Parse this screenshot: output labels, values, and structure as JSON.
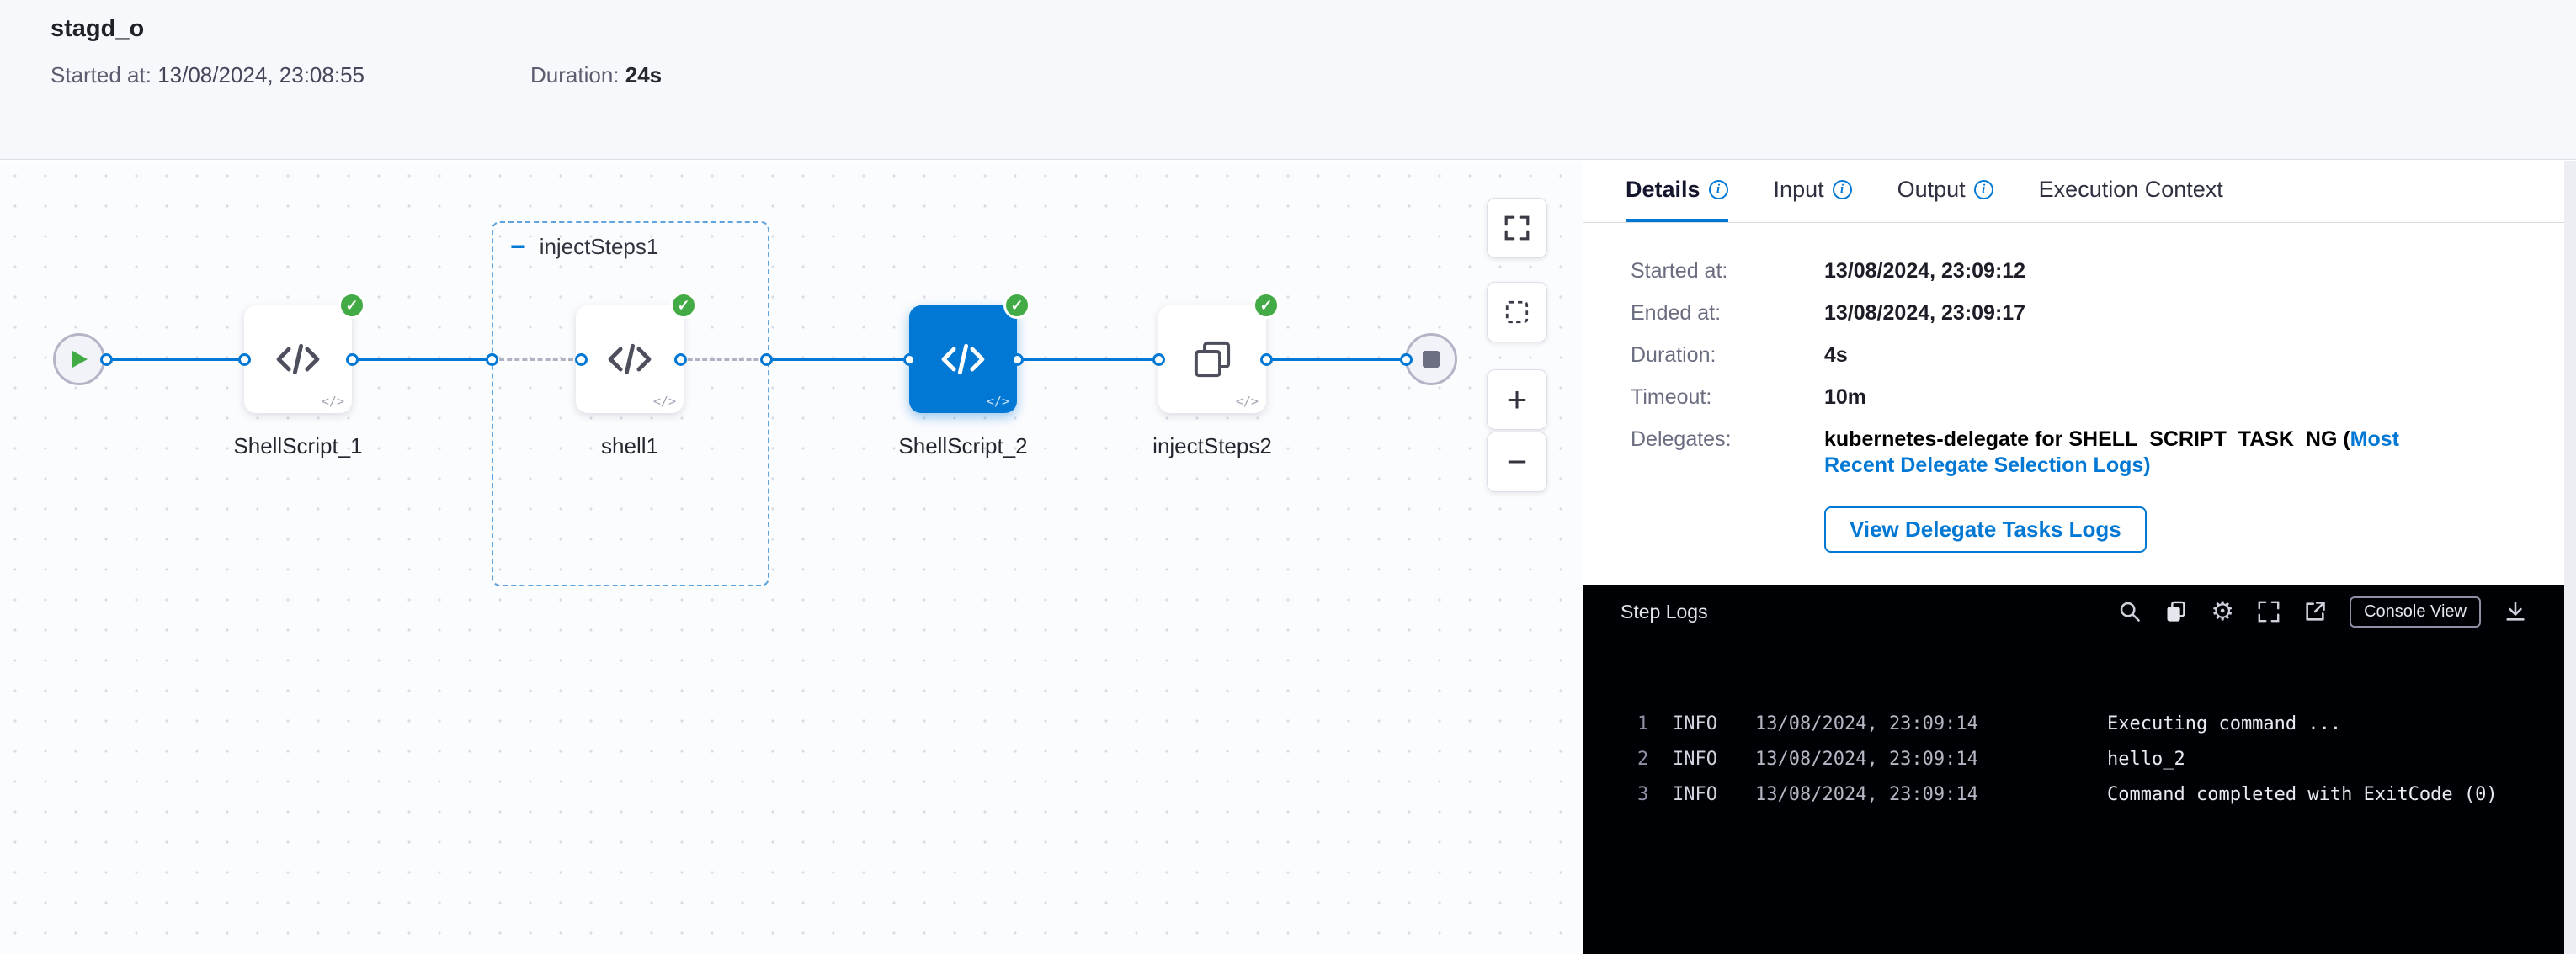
{
  "header": {
    "title": "stagd_o",
    "started_label": "Started at:",
    "started_value": "13/08/2024, 23:08:55",
    "duration_label": "Duration:",
    "duration_value": "24s"
  },
  "pipeline": {
    "group_label": "injectSteps1",
    "nodes": {
      "shellscript1": "ShellScript_1",
      "shell1": "shell1",
      "shellscript2": "ShellScript_2",
      "injectsteps2": "injectSteps2"
    },
    "mini_code_glyph": "</>"
  },
  "icons": {
    "check": "✓",
    "plus": "+",
    "minus": "−",
    "collapse_minus": "−",
    "gear": "⚙",
    "info": "i"
  },
  "details": {
    "tabs": {
      "details": "Details",
      "input": "Input",
      "output": "Output",
      "execution_context": "Execution Context"
    },
    "rows": [
      {
        "label": "Started at:",
        "value": "13/08/2024, 23:09:12"
      },
      {
        "label": "Ended at:",
        "value": "13/08/2024, 23:09:17"
      },
      {
        "label": "Duration:",
        "value": "4s"
      },
      {
        "label": "Timeout:",
        "value": "10m"
      }
    ],
    "delegates_label": "Delegates:",
    "delegates_bold": "kubernetes-delegate for SHELL_SCRIPT_TASK_NG (",
    "delegates_link": "Most Recent Delegate Selection Logs",
    "delegates_suffix": ")",
    "delegate_button": "View Delegate Tasks Logs"
  },
  "step_logs": {
    "title": "Step Logs",
    "console_view": "Console View",
    "lines": [
      {
        "num": "1",
        "level": "INFO",
        "time": "13/08/2024, 23:09:14",
        "message": "Executing command ..."
      },
      {
        "num": "2",
        "level": "INFO",
        "time": "13/08/2024, 23:09:14",
        "message": "hello_2"
      },
      {
        "num": "3",
        "level": "INFO",
        "time": "13/08/2024, 23:09:14",
        "message": "Command completed with ExitCode (0)"
      }
    ]
  },
  "colors": {
    "accent_blue": "#0278d5",
    "success_green": "#42ab45",
    "log_bg": "#000104",
    "header_bg": "#f6f8fb"
  }
}
